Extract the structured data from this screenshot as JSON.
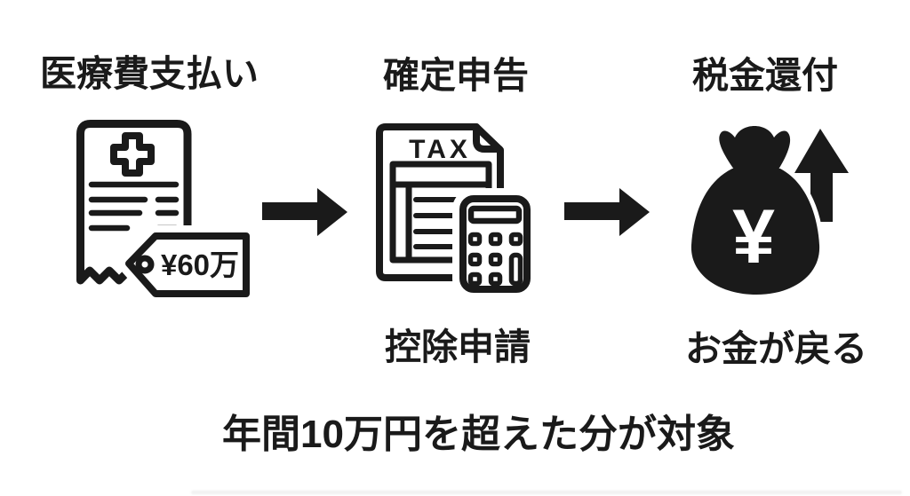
{
  "canvas": {
    "background": "#ffffff",
    "ink": "#1a1a1a"
  },
  "steps": [
    {
      "title": "医療費支払い"
    },
    {
      "title": "確定申告",
      "sublabel": "控除申請"
    },
    {
      "title": "税金還付",
      "sublabel": "お金が戻る"
    }
  ],
  "receipt_icon": {
    "price_tag_label": "¥60万"
  },
  "tax_icon": {
    "doc_label": "TAX"
  },
  "money_icon": {
    "currency_symbol": "¥"
  },
  "footer": {
    "note": "年間10万円を超えた分が対象"
  }
}
